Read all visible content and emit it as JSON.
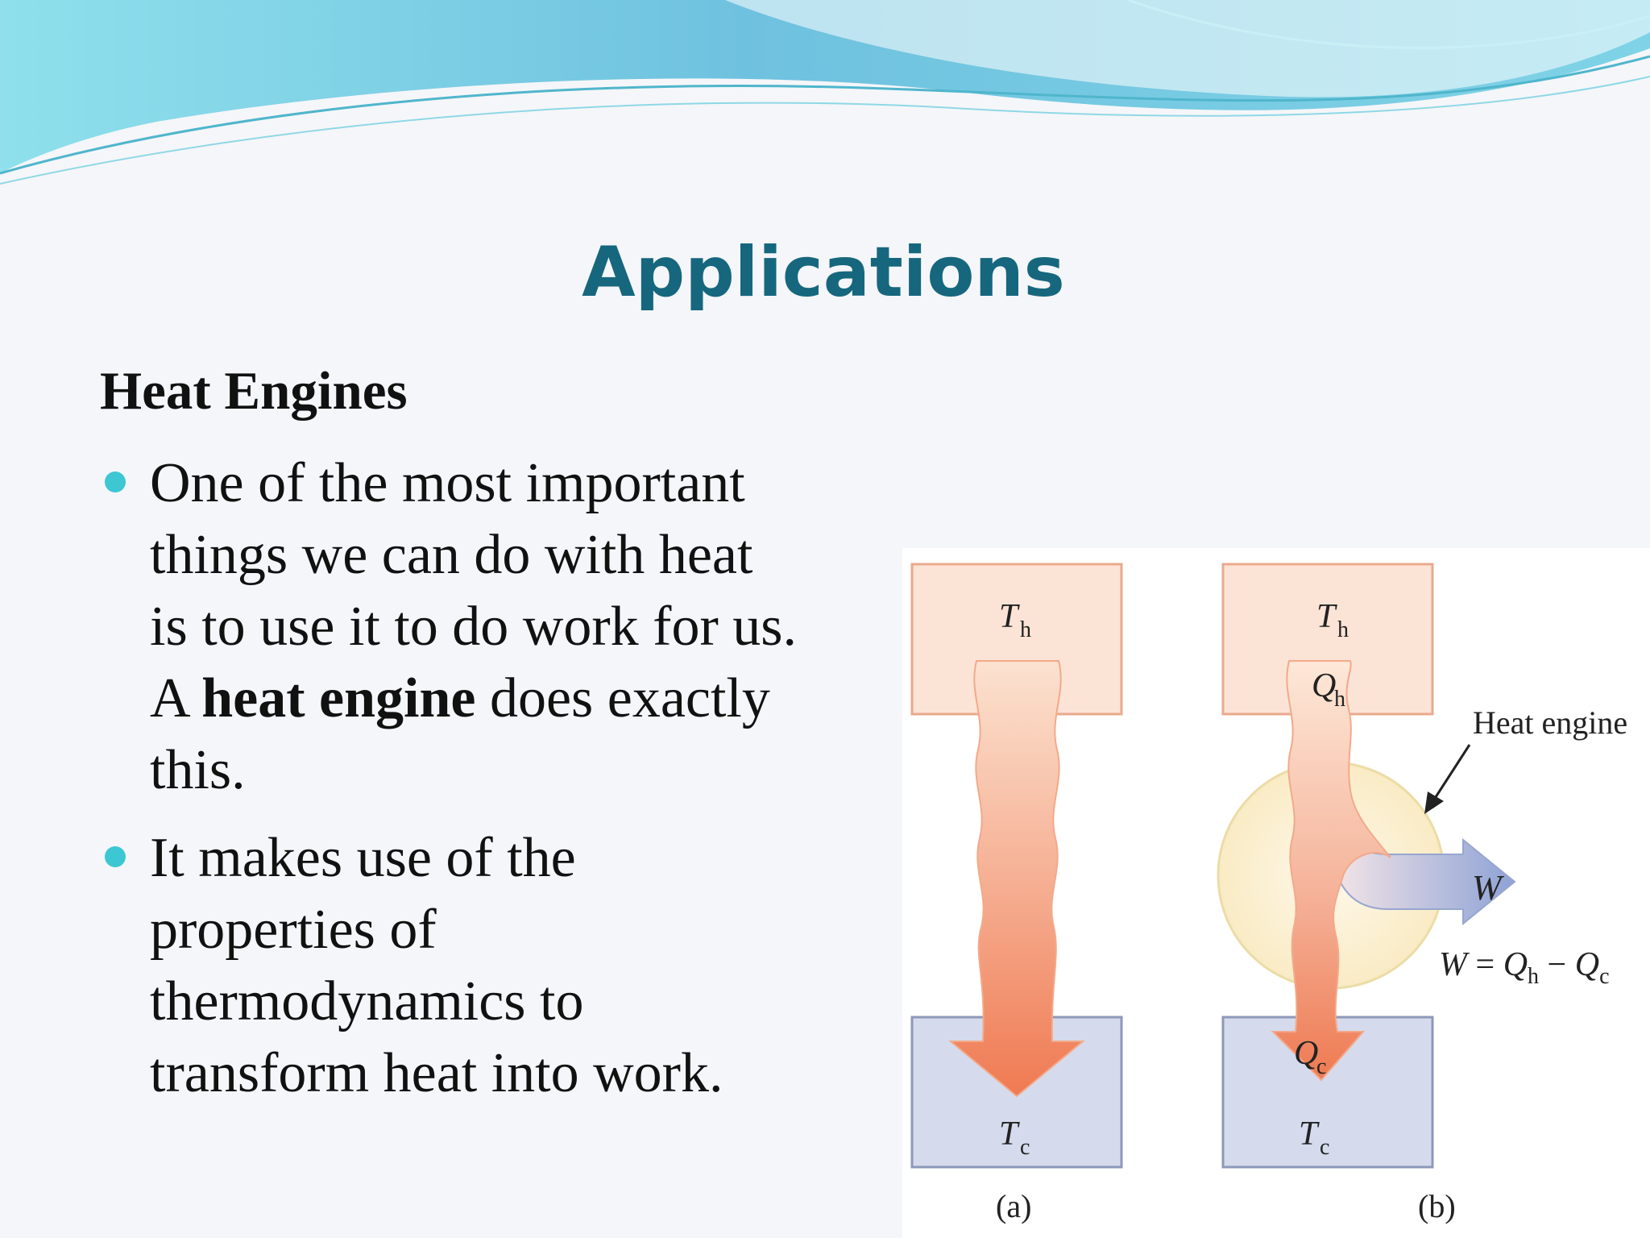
{
  "slide": {
    "title": "Applications",
    "subheading": "Heat Engines",
    "bullets": [
      {
        "lines": [
          "One of the most important",
          "things we can do with heat",
          "is to use it to do work for us."
        ],
        "line4_pre": "A ",
        "line4_bold": "heat engine",
        "line4_post": " does exactly",
        "line5": "this."
      },
      {
        "lines": [
          "It makes use of the",
          "properties of",
          "thermodynamics to",
          "transform heat into work."
        ]
      }
    ]
  },
  "figure": {
    "panel_a": {
      "hot_label": "T",
      "hot_sub": "h",
      "cold_label": "T",
      "cold_sub": "c",
      "caption": "(a)"
    },
    "panel_b": {
      "hot_label": "T",
      "hot_sub": "h",
      "qh_label": "Q",
      "qh_sub": "h",
      "qc_label": "Q",
      "qc_sub": "c",
      "cold_label": "T",
      "cold_sub": "c",
      "engine_label": "Heat engine",
      "work_label": "W",
      "equation_w": "W",
      "equation_eq": " = ",
      "equation_qh": "Q",
      "equation_qh_sub": "h",
      "equation_minus": " − ",
      "equation_qc": "Q",
      "equation_qc_sub": "c",
      "caption": "(b)"
    },
    "colors": {
      "hot_box": "#fbe4d6",
      "hot_border": "#e9a98f",
      "cold_box": "#d5dbec",
      "cold_border": "#8d98ba",
      "heat_flow_top": "#fbe0cc",
      "heat_flow_bottom": "#ef7a52",
      "engine_circle": "#fbf0cf",
      "work_arrow_start": "#f1e6e8",
      "work_arrow_end": "#8fa3d6"
    }
  }
}
